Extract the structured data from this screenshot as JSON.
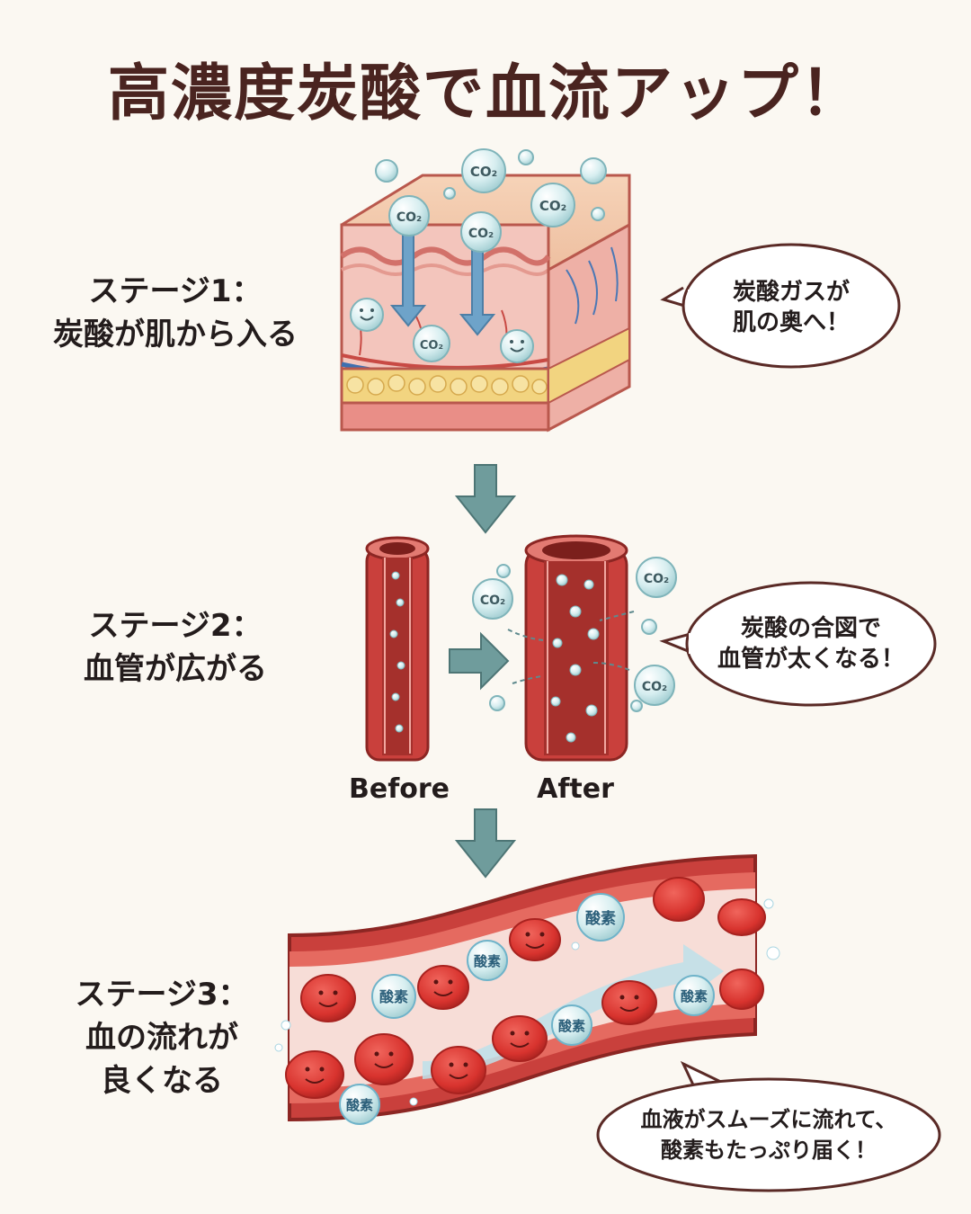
{
  "title": "高濃度炭酸で血流アップ！",
  "stage1": {
    "line1": "ステージ1：",
    "line2": "炭酸が肌から入る"
  },
  "bubble1": {
    "line1": "炭酸ガスが",
    "line2": "肌の奥へ！"
  },
  "stage2": {
    "line1": "ステージ2：",
    "line2": "血管が広がる"
  },
  "bubble2": {
    "line1": "炭酸の合図で",
    "line2": "血管が太くなる！"
  },
  "vessel_labels": {
    "before": "Before",
    "after": "After"
  },
  "stage3": {
    "line1": "ステージ3：",
    "line2": "血の流れが",
    "line3": "良くなる"
  },
  "bubble3": {
    "line1": "血液がスムーズに流れて、",
    "line2": "酸素もたっぷり届く！"
  },
  "co2_label": "CO₂",
  "oxygen_label": "酸素",
  "colors": {
    "title": "#4a2420",
    "arrow": "#6f9c9c",
    "vessel": "#c9403c",
    "bubble": "#cfe8ea"
  }
}
